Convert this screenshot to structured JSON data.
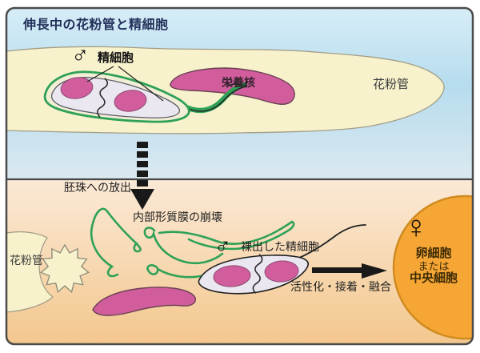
{
  "title": "伸長中の花粉管と精細胞",
  "colors": {
    "frame_border": "#4a4a4a",
    "panel_top_blue": "#b6dcee",
    "panel_bottom_peach": "#f6d3a5",
    "pollen_tube_cream": "#f7f2cc",
    "membrane_green": "#2ea157",
    "nucleus_pink": "#d15d9d",
    "cell_body_fill": "#ebe7f0",
    "egg_cell_orange": "#f6a634",
    "title_navy": "#22305a",
    "arrow_black": "#191919"
  },
  "top_panel": {
    "male_symbol": "♂",
    "sperm_label": "精細胞",
    "vegetative_nucleus_label": "栄養核",
    "pollen_tube_label": "花粉管"
  },
  "transition": {
    "release_label": "胚珠への放出"
  },
  "bottom_panel": {
    "pollen_tube_label": "花粉管",
    "membrane_collapse_label": "内部形質膜の崩壊",
    "male_symbol": "♂",
    "naked_sperm_label": "裸出した精細胞",
    "process_label": "活性化・接着・融合",
    "female_symbol": "♀",
    "target_cell_lines": [
      "卵細胞",
      "または",
      "中央細胞"
    ]
  }
}
